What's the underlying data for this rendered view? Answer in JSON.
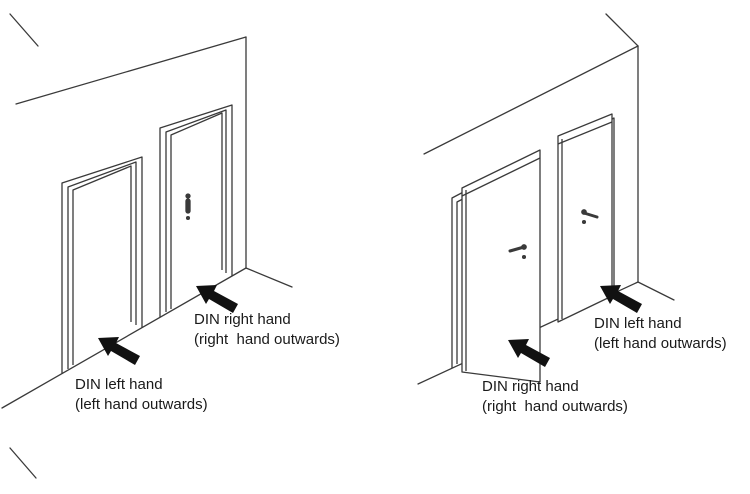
{
  "diagram": {
    "kind": "door-handing-illustration"
  },
  "colors": {
    "line": "#3a3a3a",
    "arrow": "#111111",
    "text": "#1a1a1a",
    "background": "#ffffff"
  },
  "figures": {
    "left": {
      "door_left_label": {
        "line1": "DIN left hand",
        "line2": "(left hand outwards)"
      },
      "door_right_label": {
        "line1": "DIN right hand",
        "line2": "(right  hand outwards)"
      }
    },
    "right": {
      "door_left_label": {
        "line1": "DIN right hand",
        "line2": "(right  hand outwards)"
      },
      "door_right_label": {
        "line1": "DIN left hand",
        "line2": "(left hand outwards)"
      }
    }
  }
}
